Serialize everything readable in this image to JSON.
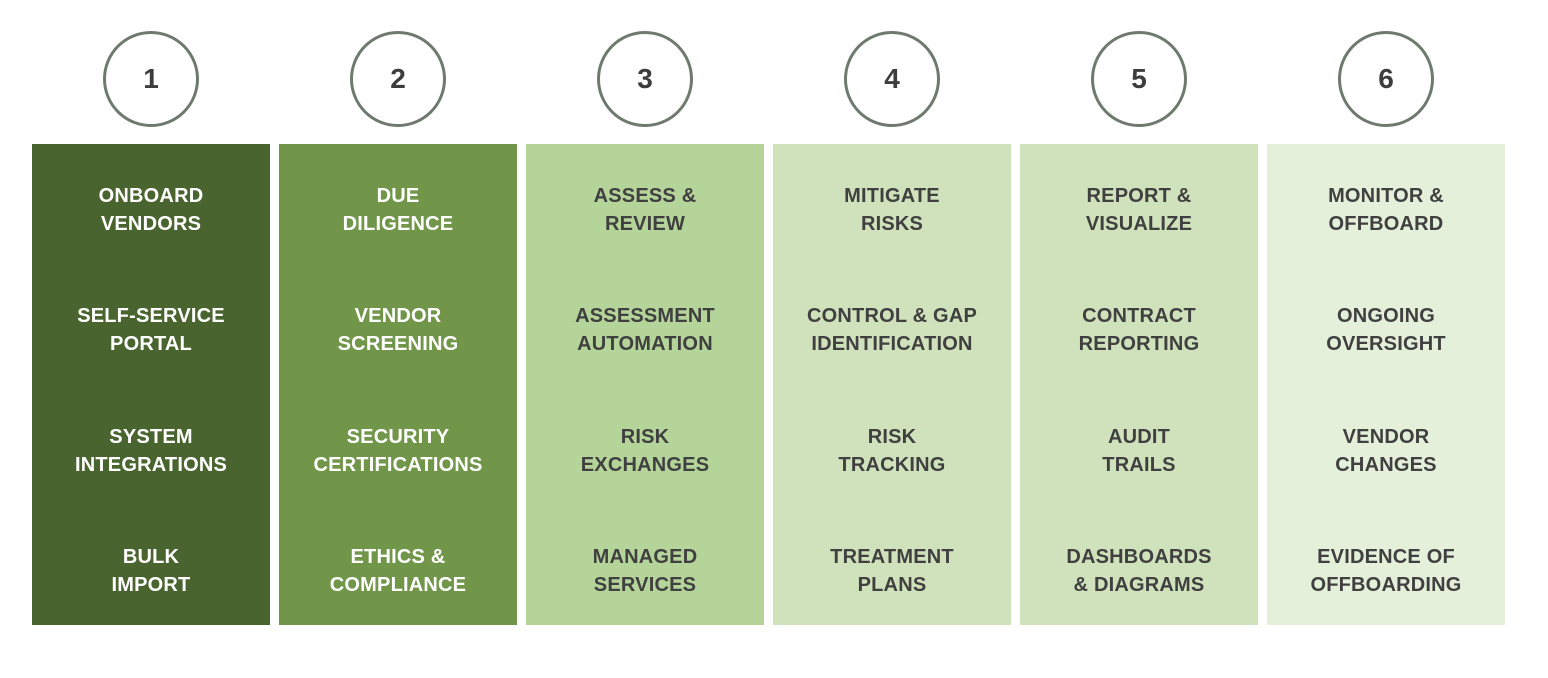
{
  "diagram": {
    "circle_border_color": "#6e7a6e",
    "circle_number_color": "#3d3d3d",
    "steps": [
      {
        "number": "1",
        "box_color": "#4a642f",
        "text_color": "#ffffff",
        "items": [
          "ONBOARD\nVENDORS",
          "SELF-SERVICE\nPORTAL",
          "SYSTEM\nINTEGRATIONS",
          "BULK\nIMPORT"
        ]
      },
      {
        "number": "2",
        "box_color": "#71964a",
        "text_color": "#ffffff",
        "items": [
          "DUE\nDILIGENCE",
          "VENDOR\nSCREENING",
          "SECURITY\nCERTIFICATIONS",
          "ETHICS &\nCOMPLIANCE"
        ]
      },
      {
        "number": "3",
        "box_color": "#b5d49a",
        "text_color": "#404040",
        "items": [
          "ASSESS &\nREVIEW",
          "ASSESSMENT\nAUTOMATION",
          "RISK\nEXCHANGES",
          "MANAGED\nSERVICES"
        ]
      },
      {
        "number": "4",
        "box_color": "#cfe2bb",
        "text_color": "#404040",
        "items": [
          "MITIGATE\nRISKS",
          "CONTROL & GAP\nIDENTIFICATION",
          "RISK\nTRACKING",
          "TREATMENT\nPLANS"
        ]
      },
      {
        "number": "5",
        "box_color": "#cfe2bb",
        "text_color": "#404040",
        "items": [
          "REPORT &\nVISUALIZE",
          "CONTRACT\nREPORTING",
          "AUDIT\nTRAILS",
          "DASHBOARDS\n& DIAGRAMS"
        ]
      },
      {
        "number": "6",
        "box_color": "#e5f0db",
        "text_color": "#404040",
        "items": [
          "MONITOR &\nOFFBOARD",
          "ONGOING\nOVERSIGHT",
          "VENDOR\nCHANGES",
          "EVIDENCE OF\nOFFBOARDING"
        ]
      }
    ]
  }
}
